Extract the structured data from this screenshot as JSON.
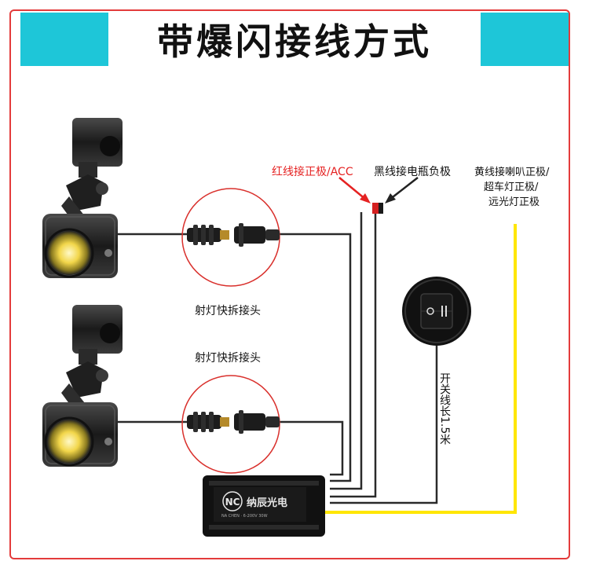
{
  "title": "带爆闪接线方式",
  "labels": {
    "red_wire": "红线接正极/ACC",
    "black_wire": "黑线接电瓶负极",
    "yellow_wire_line1": "黄线接喇叭正极/",
    "yellow_wire_line2": "超车灯正极/",
    "yellow_wire_line3": "远光灯正极",
    "connector_top": "射灯快拆接头",
    "connector_bottom": "射灯快拆接头",
    "switch_cable_length": "开关线长1.5米"
  },
  "controller": {
    "brand": "纳辰光电",
    "brand_logo": "NC",
    "small_print": "NA CHEN · 6-200V 30W"
  },
  "colors": {
    "title_band": "#1ec6d8",
    "frame": "#e33b3b",
    "red_label": "#e52222",
    "yellow_wire": "#ffe600",
    "wire": "#2a2a2a",
    "callout_circle": "#d9302c"
  }
}
